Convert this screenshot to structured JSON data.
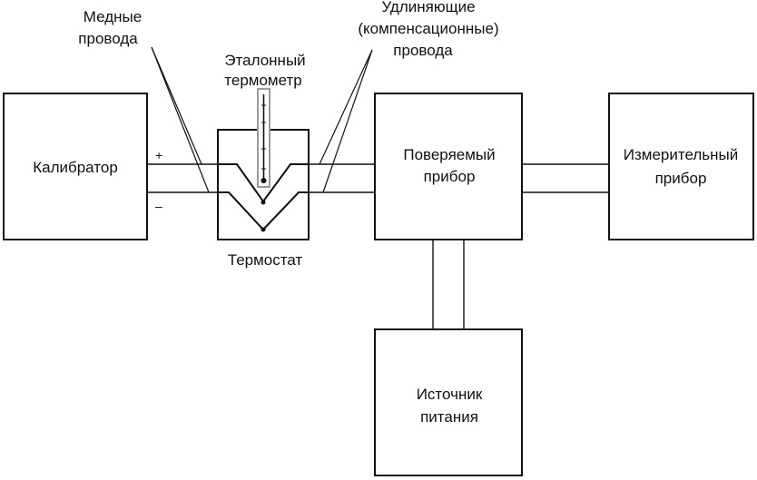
{
  "labels": {
    "copper_wires": [
      "Медные",
      "провода"
    ],
    "extension_wires": [
      "Удлиняющие",
      "(компенсационные)",
      "провода"
    ],
    "reference_thermometer": [
      "Эталонный",
      "термометр"
    ],
    "thermostat": "Термостат",
    "plus": "+",
    "minus": "–"
  },
  "blocks": {
    "calibrator": [
      "Калибратор"
    ],
    "device_under_test": [
      "Поверяемый",
      "прибор"
    ],
    "measuring_device": [
      "Измерительный",
      "прибор"
    ],
    "power_supply": [
      "Источник",
      "питания"
    ]
  }
}
